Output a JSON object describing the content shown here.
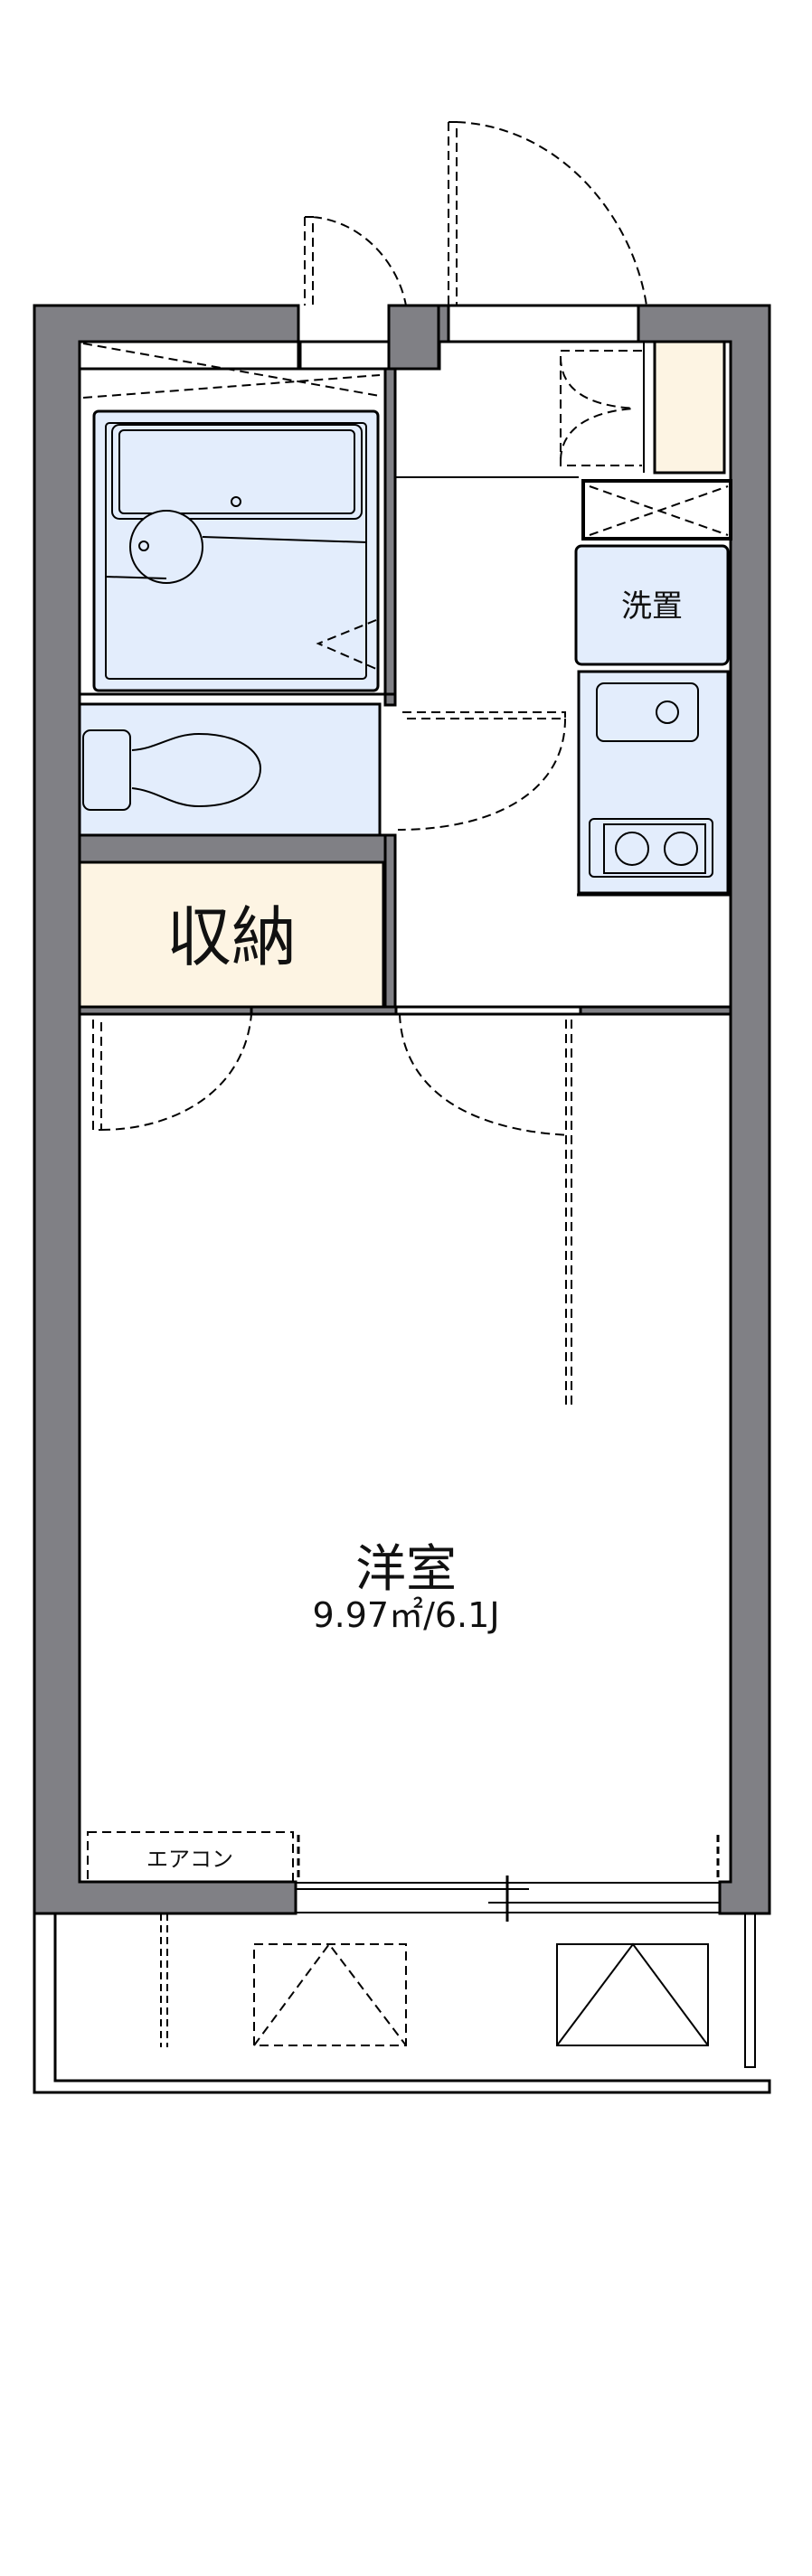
{
  "rooms": {
    "western_room": {
      "name": "洋室",
      "area": "9.97㎡/6.1J"
    },
    "storage": {
      "name": "収納"
    },
    "washer": {
      "name": "洗置"
    },
    "aircon": {
      "name": "エアコン"
    }
  },
  "colors": {
    "wall": "#808085",
    "wet_area": "#e3edfc",
    "storage": "#fdf4e3",
    "line": "#000000"
  }
}
